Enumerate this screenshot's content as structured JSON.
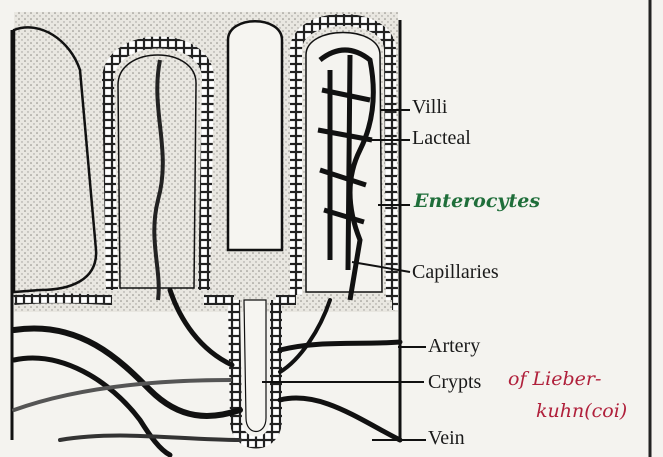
{
  "labels": {
    "villi": "Villi",
    "lacteal": "Lacteal",
    "capillaries": "Capillaries",
    "artery": "Artery",
    "crypts": "Crypts",
    "vein": "Vein"
  },
  "annotations": {
    "enterocytes": "Enterocytes",
    "of_lieber": "of Lieber-",
    "kuhn": "kuhn(coi)"
  },
  "colors": {
    "ink": "#1a1a1a",
    "annotation_green": "#1f6e3a",
    "annotation_red": "#b0203b"
  }
}
